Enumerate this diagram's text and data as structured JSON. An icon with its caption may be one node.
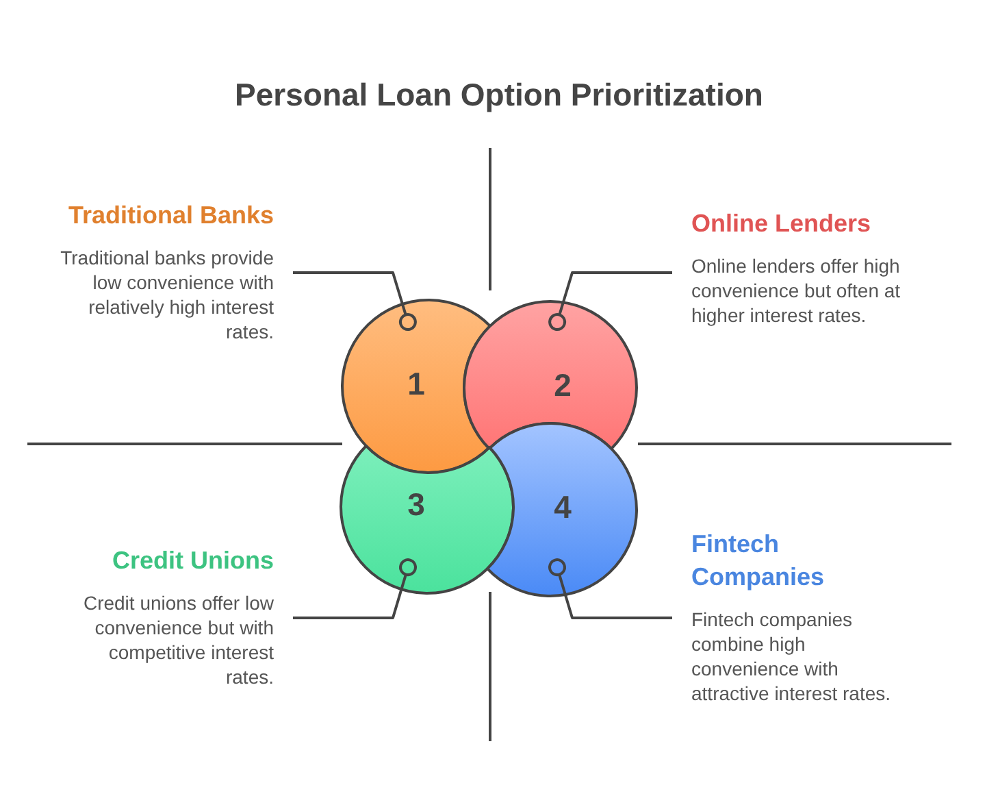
{
  "diagram": {
    "title": "Personal Loan Option Prioritization",
    "nodes": [
      {
        "text": [
          "Traditional Banks",
          "Traditional banks provide low convenience with relatively high interest rates."
        ]
      },
      {
        "text": [
          "Online Lenders",
          "Online lenders offer high convenience but often at higher interest rates."
        ]
      },
      {
        "text": [
          "1"
        ]
      },
      {
        "text": [
          "2"
        ]
      },
      {
        "text": [
          "3"
        ]
      },
      {
        "text": [
          "4"
        ]
      },
      {
        "text": [
          "Credit Unions",
          "Credit unions offer low convenience but with competitive interest rates."
        ]
      },
      {
        "text": [
          "Fintech Companies",
          "Fintech companies combine high convenience with attractive interest rates."
        ]
      }
    ],
    "edges": [
      {
        "from": 0,
        "to": 2,
        "arrow": "other"
      },
      {
        "from": 1,
        "to": 3,
        "arrow": "other"
      },
      {
        "from": 6,
        "to": 4,
        "arrow": "other"
      },
      {
        "from": 7,
        "to": 5,
        "arrow": "other"
      }
    ]
  }
}
